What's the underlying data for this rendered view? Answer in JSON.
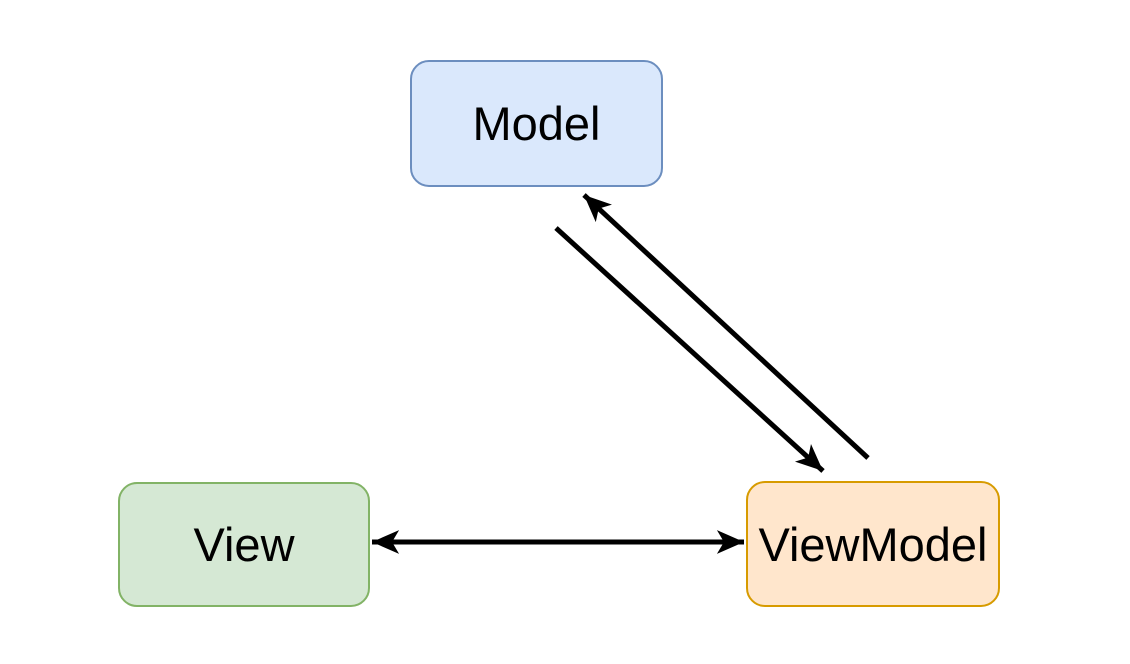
{
  "diagram": {
    "type": "architecture-diagram",
    "pattern": "MVVM",
    "background_color": "#ffffff",
    "edge_color": "#000000",
    "nodes": [
      {
        "id": "model",
        "label": "Model",
        "fill": "#dae8fc",
        "stroke": "#6c8ebf"
      },
      {
        "id": "view",
        "label": "View",
        "fill": "#d5e8d4",
        "stroke": "#82b366"
      },
      {
        "id": "viewmodel",
        "label": "ViewModel",
        "fill": "#ffe6cc",
        "stroke": "#d79b00"
      }
    ],
    "edges": [
      {
        "id": "viewmodel-to-model",
        "from": "ViewModel",
        "to": "Model",
        "direction": "one-way",
        "arrowhead_at": "Model"
      },
      {
        "id": "model-to-viewmodel",
        "from": "Model",
        "to": "ViewModel",
        "direction": "one-way",
        "arrowhead_at": "ViewModel"
      },
      {
        "id": "view-viewmodel",
        "from": "View",
        "to": "ViewModel",
        "direction": "two-way",
        "arrowhead_at": "both"
      }
    ]
  }
}
